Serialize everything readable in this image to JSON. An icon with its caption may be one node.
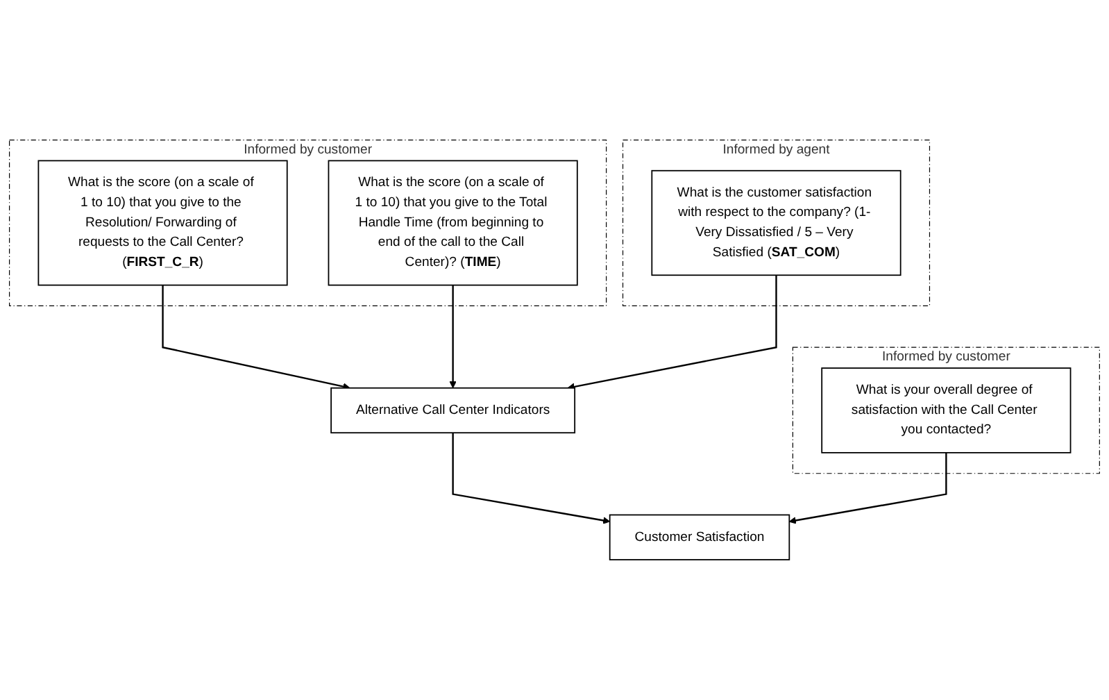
{
  "diagram": {
    "nodes": [
      {
        "text": [
          "Informed by customer"
        ]
      },
      {
        "text": [
          "What is the score (on a scale of 1 to 10) that you give to the Resolution/ Forwarding of requests to the Call Center? (**FIRST_C_R**)"
        ],
        "in": 0
      },
      {
        "text": [
          "What is the score (on a scale of 1 to 10) that you give to the Total Handle Time (from beginning to end of the call to the Call Center)? (**TIME**)"
        ],
        "in": 0
      },
      {
        "text": [
          "Alternative Call Center Indicators"
        ]
      },
      {
        "text": [
          "Informed by agent"
        ]
      },
      {
        "text": [
          "What is the customer satisfaction with respect to the company? (1- Very Dissatisfied / 5 – Very Satisfied (**SAT_COM**)"
        ],
        "in": 4
      },
      {
        "text": [
          "Customer Satisfaction"
        ]
      },
      {
        "text": [
          "Informed by customer"
        ]
      },
      {
        "text": [
          "What is your overall degree of satisfaction with the Call Center you contacted?"
        ],
        "in": 7
      }
    ],
    "edges": [
      {
        "from": 1,
        "to": 3,
        "arrow": "to"
      },
      {
        "from": 2,
        "to": 3,
        "arrow": "to"
      },
      {
        "from": 5,
        "to": 3,
        "arrow": "to"
      },
      {
        "from": 3,
        "to": 6,
        "arrow": "to"
      },
      {
        "from": 8,
        "to": 6,
        "arrow": "to"
      }
    ]
  }
}
